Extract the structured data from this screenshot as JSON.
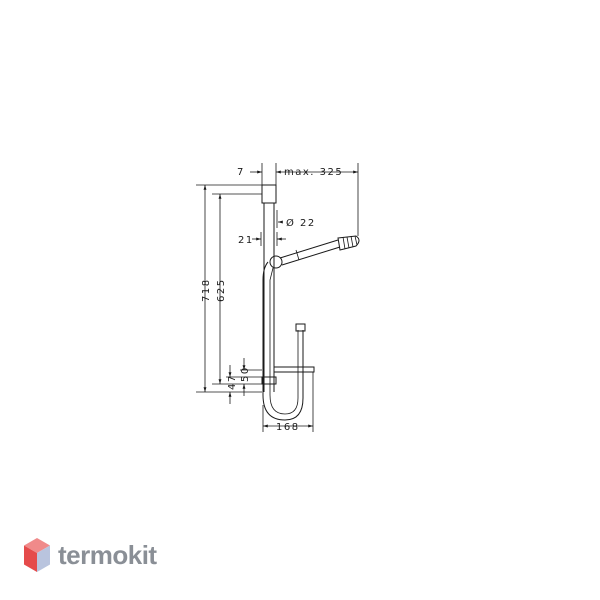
{
  "dimensions": {
    "d7": "7",
    "max325": "max. 325",
    "dia22": "Ø 22",
    "d21": "21",
    "h718": "718",
    "h625": "625",
    "h50": "50",
    "h47": "47",
    "w168": "168"
  },
  "brand": {
    "name": "termokit",
    "colors": {
      "top": "#f08a8a",
      "left": "#e54b4b",
      "right": "#b9c4de"
    }
  },
  "line_color": "#1a1a1a"
}
